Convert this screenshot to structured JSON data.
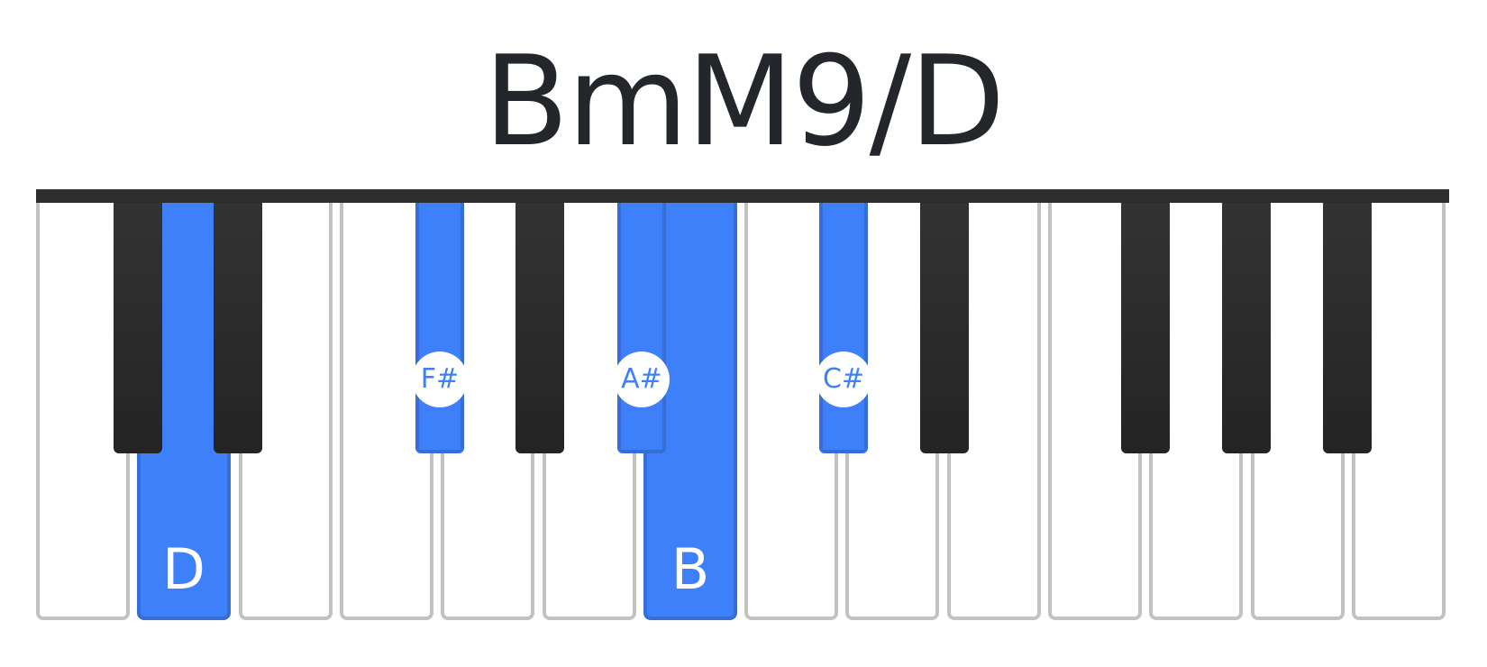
{
  "chord": {
    "title": "BmM9/D"
  },
  "keyboard": {
    "white_keys": [
      {
        "note": "",
        "active": false
      },
      {
        "note": "D",
        "active": true
      },
      {
        "note": "",
        "active": false
      },
      {
        "note": "",
        "active": false
      },
      {
        "note": "",
        "active": false
      },
      {
        "note": "",
        "active": false
      },
      {
        "note": "B",
        "active": true
      },
      {
        "note": "",
        "active": false
      },
      {
        "note": "",
        "active": false
      },
      {
        "note": "",
        "active": false
      },
      {
        "note": "",
        "active": false
      },
      {
        "note": "",
        "active": false
      },
      {
        "note": "",
        "active": false
      },
      {
        "note": "",
        "active": false
      }
    ],
    "black_keys": [
      {
        "note": "",
        "active": false
      },
      {
        "note": "",
        "active": false
      },
      {
        "note": "F#",
        "active": true
      },
      {
        "note": "",
        "active": false
      },
      {
        "note": "A#",
        "active": true
      },
      {
        "note": "C#",
        "active": true
      },
      {
        "note": "",
        "active": false
      },
      {
        "note": "",
        "active": false
      },
      {
        "note": "",
        "active": false
      },
      {
        "note": "",
        "active": false
      }
    ],
    "colors": {
      "highlight": "#3e7ffa",
      "highlight_border": "#346ed6",
      "black_key": "#2a2a2a",
      "white_key_border": "#c2c2c2",
      "title": "#23272b"
    }
  }
}
